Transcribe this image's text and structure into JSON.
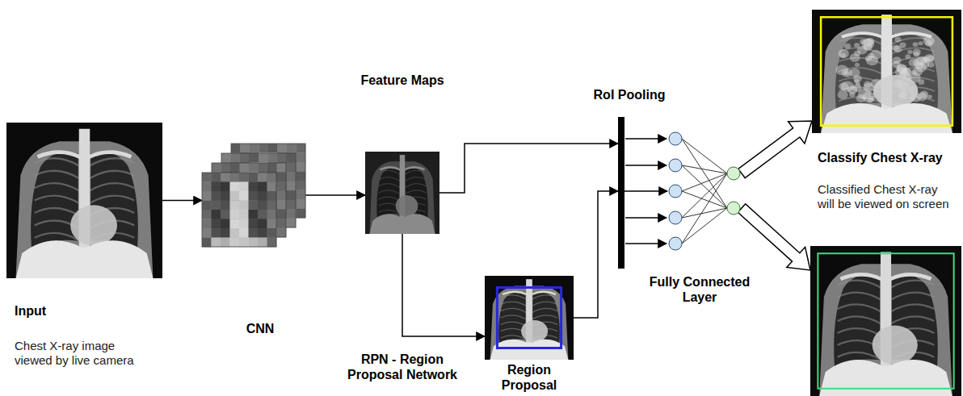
{
  "diagram": {
    "nodes": [
      {
        "text": [
          "Input",
          "Chest X-ray image viewed by live camera"
        ]
      },
      {
        "text": [
          "CNN"
        ]
      },
      {
        "text": [
          "Feature Maps"
        ]
      },
      {
        "text": [
          "Region Proposal"
        ]
      },
      {
        "text": [
          "RoI Pooling"
        ]
      },
      {
        "text": [
          "Fully Connected Layer"
        ]
      },
      {
        "text": [
          "Classify Chest X-ray"
        ]
      },
      {
        "text": [
          "Classified Chest X-ray will be viewed on screen"
        ]
      }
    ],
    "edges": [
      {
        "from": 0,
        "to": 1,
        "arrow": "to"
      },
      {
        "from": 1,
        "to": 2,
        "arrow": "to"
      },
      {
        "from": 2,
        "to": 3,
        "arrow": "to",
        "label": "RPN - Region Proposal Network"
      },
      {
        "from": 2,
        "to": 4,
        "arrow": "to"
      },
      {
        "from": 3,
        "to": 4,
        "arrow": "to"
      },
      {
        "from": 4,
        "to": 5,
        "arrow": "to"
      },
      {
        "from": 5,
        "to": 6,
        "arrow": "to"
      },
      {
        "from": 5,
        "to": 7,
        "arrow": "to"
      }
    ]
  }
}
